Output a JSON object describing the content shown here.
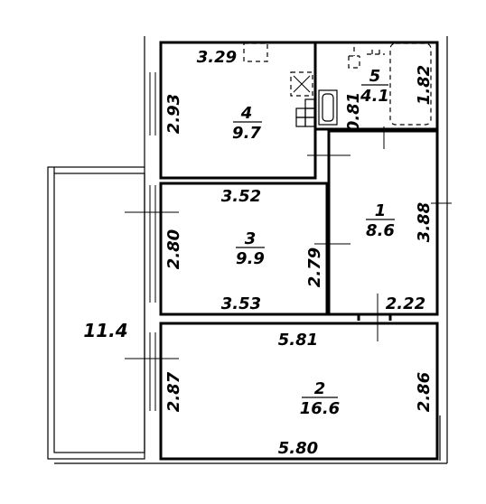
{
  "rooms": [
    {
      "number": "4",
      "area": "9.7"
    },
    {
      "number": "5",
      "area": "4.1"
    },
    {
      "number": "1",
      "area": "8.6"
    },
    {
      "number": "3",
      "area": "9.9"
    },
    {
      "number": "2",
      "area": "16.6"
    }
  ],
  "balcony": {
    "area": "11.4"
  },
  "dimensions": {
    "r4_top": "3.29",
    "r4_side": "2.93",
    "r5_width": "0.81",
    "r5_side": "1.82",
    "r3_top": "3.52",
    "r3_side": "2.80",
    "r3_right": "2.79",
    "r3_bottom": "3.53",
    "r1_side": "3.88",
    "r1_bottom": "2.22",
    "r2_top": "5.81",
    "r2_left": "2.87",
    "r2_right": "2.86",
    "r2_bottom": "5.80"
  }
}
